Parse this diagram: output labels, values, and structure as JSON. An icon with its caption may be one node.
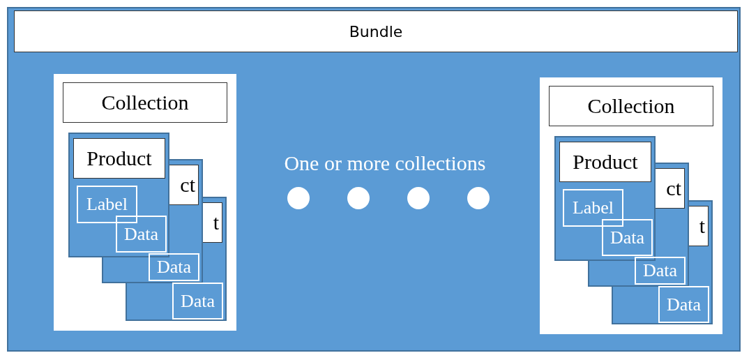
{
  "diagram": {
    "nodes": [
      {
        "text": [
          "Bundle"
        ]
      },
      {
        "text": [
          "Collection"
        ],
        "in": 0
      },
      {
        "text": [
          "Product",
          "Label",
          "Data",
          "ct",
          "Data",
          "t",
          "Data"
        ],
        "in": 1
      },
      {
        "text": [
          "Collection"
        ],
        "in": 0
      },
      {
        "text": [
          "Product",
          "Label",
          "Data",
          "ct",
          "Data",
          "t",
          "Data"
        ],
        "in": 3
      }
    ],
    "edges": [],
    "labels": [
      "One or more collections"
    ]
  }
}
